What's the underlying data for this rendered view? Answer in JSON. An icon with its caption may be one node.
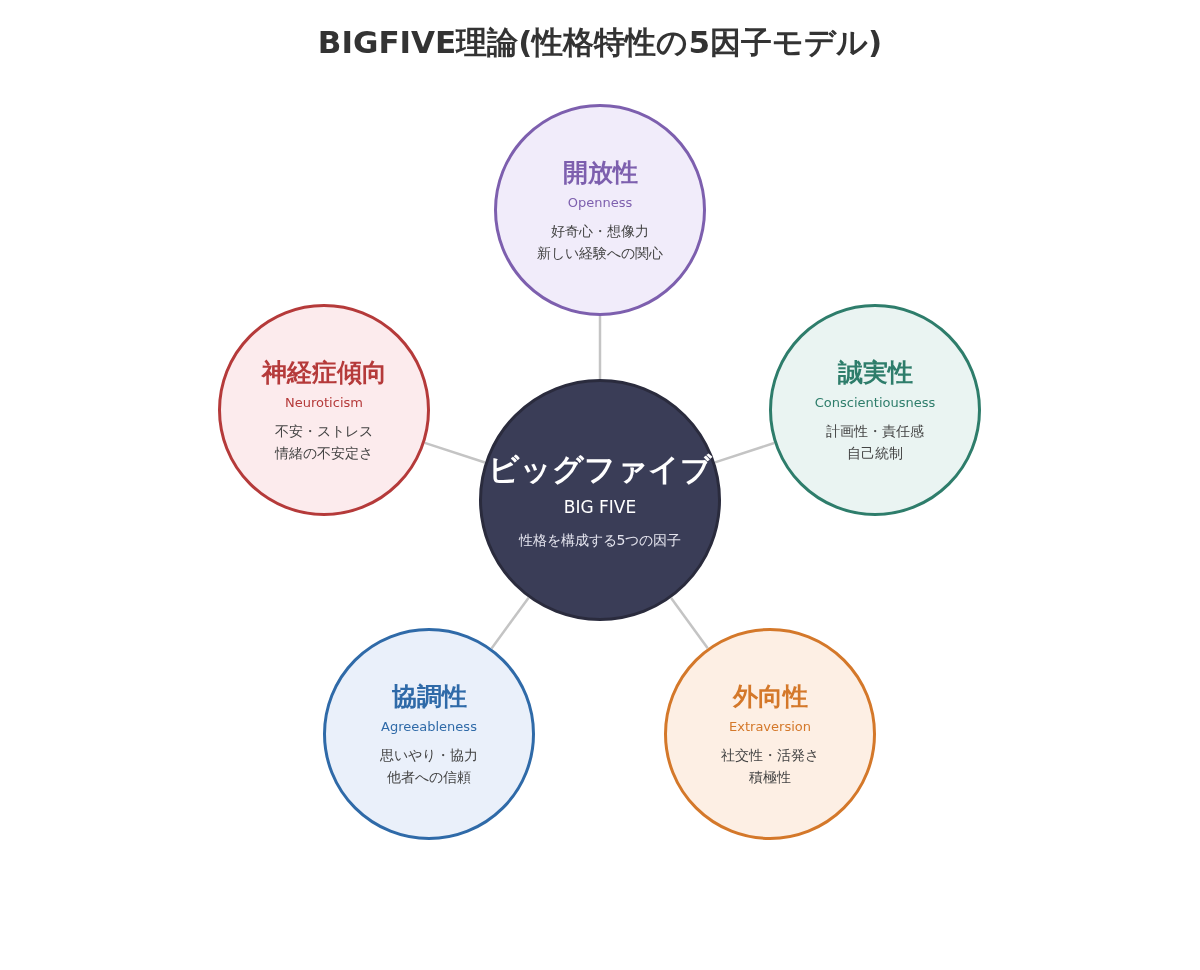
{
  "diagram": {
    "title": "BIGFIVE理論(性格特性の5因子モデル)",
    "nodes": [
      {
        "text": [
          "ビッグファイブ",
          "BIG FIVE",
          "性格を構成する5つの因子"
        ]
      },
      {
        "text": [
          "開放性",
          "Openness",
          "好奇心・想像力",
          "新しい経験への関心"
        ]
      },
      {
        "text": [
          "神経症傾向",
          "Neuroticism",
          "不安・ストレス",
          "情緒の不安定さ"
        ]
      },
      {
        "text": [
          "誠実性",
          "Conscientiousness",
          "計画性・責任感",
          "自己統制"
        ]
      },
      {
        "text": [
          "協調性",
          "Agreeableness",
          "思いやり・協力",
          "他者への信頼"
        ]
      },
      {
        "text": [
          "外向性",
          "Extraversion",
          "社交性・活発さ",
          "積極性"
        ]
      }
    ],
    "edges": [
      {
        "from": 0,
        "to": 1,
        "arrow": "none"
      },
      {
        "from": 0,
        "to": 2,
        "arrow": "none"
      },
      {
        "from": 0,
        "to": 3,
        "arrow": "none"
      },
      {
        "from": 0,
        "to": 4,
        "arrow": "none"
      },
      {
        "from": 0,
        "to": 5,
        "arrow": "none"
      }
    ]
  }
}
